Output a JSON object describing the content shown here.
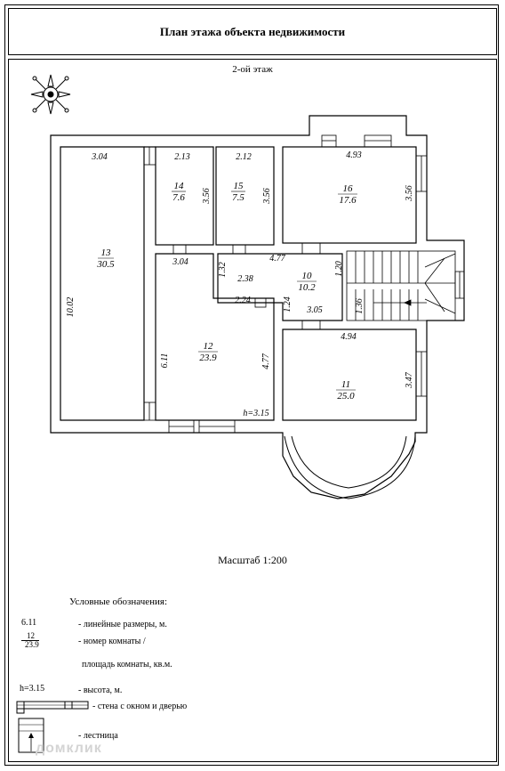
{
  "title": "План этажа объекта недвижимости",
  "floor": "2-ой этаж",
  "scale": "Масштаб 1:200",
  "rooms": [
    {
      "id": "room-13",
      "number": "13",
      "area": "30.5"
    },
    {
      "id": "room-14",
      "number": "14",
      "area": "7.6"
    },
    {
      "id": "room-15",
      "number": "15",
      "area": "7.5"
    },
    {
      "id": "room-16",
      "number": "16",
      "area": "17.6"
    },
    {
      "id": "room-10",
      "number": "10",
      "area": "10.2"
    },
    {
      "id": "room-12",
      "number": "12",
      "area": "23.9"
    },
    {
      "id": "room-11",
      "number": "11",
      "area": "25.0"
    }
  ],
  "dimensions": {
    "d13_w": "3.04",
    "d14_w": "2.13",
    "d15_w": "2.12",
    "d16_w": "4.93",
    "d14_h": "3.56",
    "d15_h": "3.56",
    "d16_h": "3.56",
    "d13_h": "10.02",
    "d12_w": "3.04",
    "d10_top": "4.77",
    "d10_h1": "1.32",
    "d10_w1": "2.38",
    "d10_w2": "2.24",
    "d10_h2": "1.24",
    "d10_h3": "1.20",
    "d10_w3": "3.05",
    "d10_h4": "1.36",
    "d12_h": "6.11",
    "d12_h2": "4.77",
    "d11_w": "4.94",
    "d11_h": "3.47",
    "height": "h=3.15"
  },
  "legend": {
    "title": "Условные обозначения:",
    "dim_sample": "6.11",
    "dim_text": "- линейные размеры, м.",
    "room_num_sample": "12",
    "room_area_sample": "23.9",
    "room_text": "- номер комнаты /",
    "room_text2": "площадь комнаты, кв.м.",
    "height_sample": "h=3.15",
    "height_text": "- высота, м.",
    "wall_text": "- стена с окном и дверью",
    "stairs_text": "- лестница"
  },
  "watermark": "домклик",
  "colors": {
    "line": "#000000",
    "watermark": "#d4d4d4"
  }
}
